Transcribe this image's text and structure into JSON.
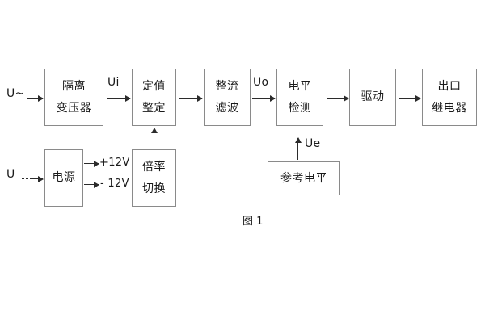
{
  "figure": {
    "caption": "图 1",
    "line_color": "#8a8a8a",
    "arrow_color": "#2b2b2b",
    "text_color": "#1a1a1a",
    "background": "#ffffff"
  },
  "inputs": {
    "ac_source": "U~",
    "dc_source": "U"
  },
  "blocks": {
    "isolation_transformer": {
      "line1": "隔离",
      "line2": "变压器"
    },
    "setting_value": {
      "line1": "定值",
      "line2": "整定"
    },
    "rectify_filter": {
      "line1": "整流",
      "line2": "滤波"
    },
    "level_detect": {
      "line1": "电平",
      "line2": "检测"
    },
    "drive": {
      "line1": "驱动"
    },
    "output_relay": {
      "line1": "出口",
      "line2": "继电器"
    },
    "power_supply": {
      "line1": "电源"
    },
    "multiplier_switch": {
      "line1": "倍率",
      "line2": "切换"
    },
    "reference_level": {
      "line1": "参考电平"
    }
  },
  "signals": {
    "ui": "Ui",
    "uo": "Uo",
    "ue": "Ue",
    "rail_positive": "+12V",
    "rail_negative": "- 12V"
  }
}
